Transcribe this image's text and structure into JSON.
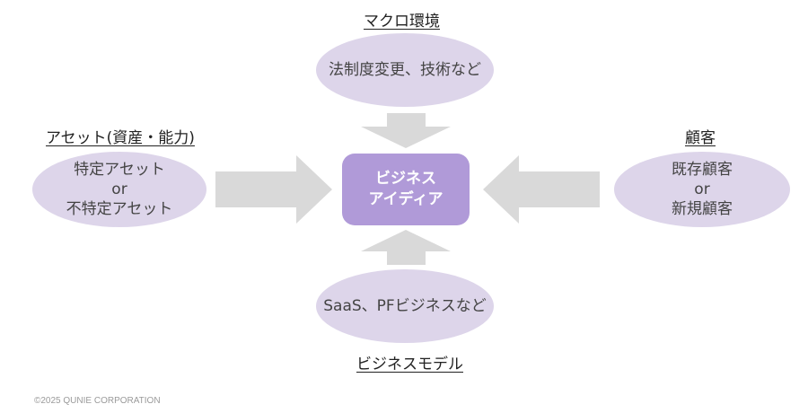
{
  "diagram": {
    "macro": {
      "heading": "マクロ環境",
      "text": "法制度変更、技術など"
    },
    "assets": {
      "heading": "アセット(資産・能力)",
      "lines": [
        "特定アセット",
        "or",
        "不特定アセット"
      ]
    },
    "customers": {
      "heading": "顧客",
      "lines": [
        "既存顧客",
        "or",
        "新規顧客"
      ]
    },
    "business_model": {
      "heading": "ビジネスモデル",
      "text": "SaaS、PFビジネスなど"
    },
    "center": {
      "lines": [
        "ビジネス",
        "アイディア"
      ]
    }
  },
  "colors": {
    "ellipse": "#ddd5ea",
    "center": "#b09ad8",
    "arrow": "#d9d9d9"
  },
  "footer": {
    "copyright": "©2025 QUNIE CORPORATION"
  }
}
